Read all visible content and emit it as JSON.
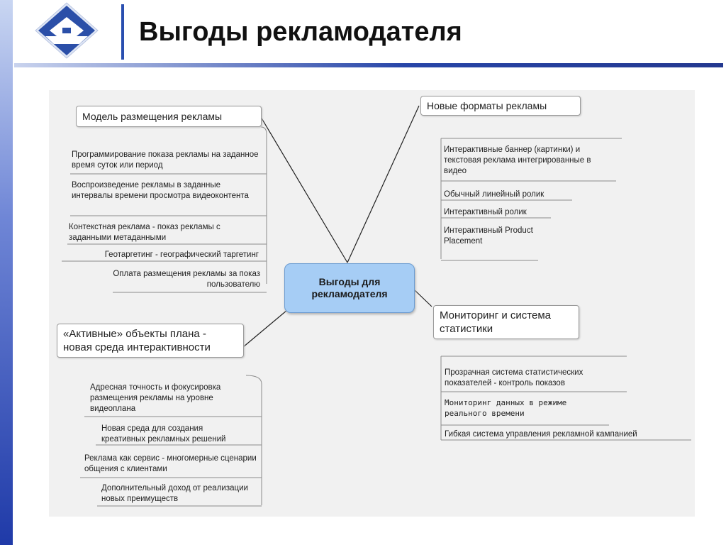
{
  "slide": {
    "title": "Выгоды рекламодателя",
    "colors": {
      "accent": "#2a4fb0",
      "center_fill": "#a6cdf5",
      "canvas": "#f1f1f1"
    },
    "logo_icon": "diamond-logo-icon"
  },
  "mindmap": {
    "center": "Выгоды для рекламодателя",
    "branches": {
      "placement": {
        "label": "Модель размещения рекламы",
        "items": [
          "Программирование показа рекламы на заданное время суток или период",
          "Воспроизведение рекламы в заданные интервалы времени просмотра видеоконтента",
          "Контекстная реклама - показ рекламы с заданными метаданными",
          "Геотаргетинг - географический таргетинг",
          "Оплата размещения рекламы за показ пользователю"
        ]
      },
      "active": {
        "label": "«Активные» объекты плана - новая среда интерактивности",
        "items": [
          "Адресная точность и фокусировка размещения рекламы на уровне видеоплана",
          "Новая среда для создания креативных рекламных решений",
          "Реклама как сервис - многомерные сценарии общения с клиентами",
          "Дополнительный доход от реализации новых преимуществ"
        ]
      },
      "formats": {
        "label": "Новые форматы рекламы",
        "items": [
          "Интерактивные баннер (картинки) и текстовая реклама интегрированные в видео",
          "Обычный линейный ролик",
          "Интерактивный ролик",
          "Интерактивный Product Placement"
        ]
      },
      "monitoring": {
        "label": "Мониторинг и система статистики",
        "items": [
          "Прозрачная система статистических показателей - контроль показов",
          "Мониторинг данных в режиме реального времени",
          "Гибкая система управления рекламной кампанией"
        ]
      }
    }
  }
}
